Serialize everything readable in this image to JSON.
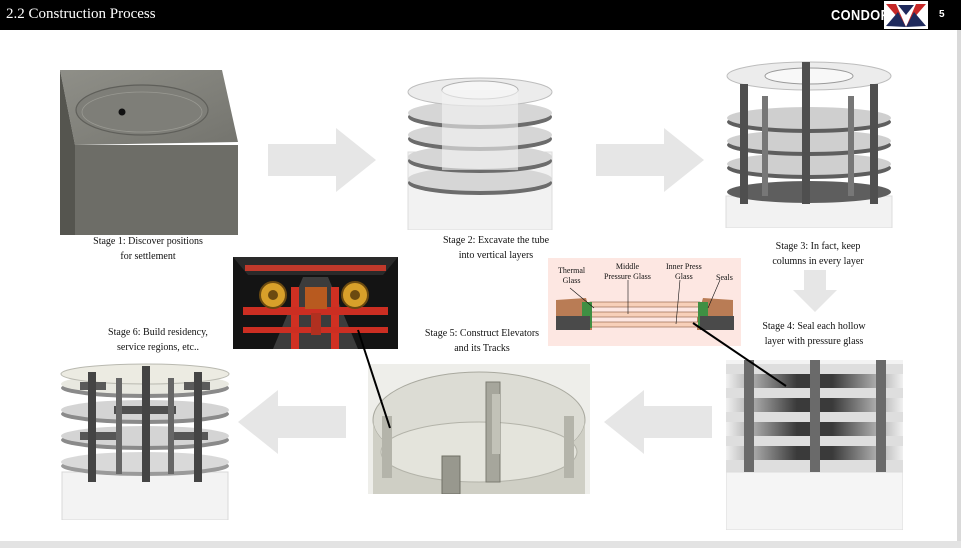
{
  "header": {
    "title": "2.2 Construction Process",
    "brand": "CONDOR",
    "page_number": "5"
  },
  "stages": {
    "s1": "Stage 1: Discover positions\nfor settlement",
    "s2": "Stage 2: Excavate the tube\ninto vertical layers",
    "s3": "Stage 3: In fact, keep\ncolumns in every layer",
    "s4": "Stage 4: Seal each hollow\nlayer with pressure glass",
    "s5": "Stage 5: Construct Elevators\nand its Tracks",
    "s6": "Stage 6: Build residency,\nservice regions, etc.."
  },
  "glass_diagram": {
    "thermal": "Thermal\nGlass",
    "middle": "Middle\nPressure Glass",
    "inner": "Inner Press\nGlass",
    "seals": "Seals"
  },
  "colors": {
    "header_bg": "#000000",
    "arrow": "#e6e6e6",
    "accent_red": "#c62828",
    "accent_navy": "#1f2a5c"
  }
}
